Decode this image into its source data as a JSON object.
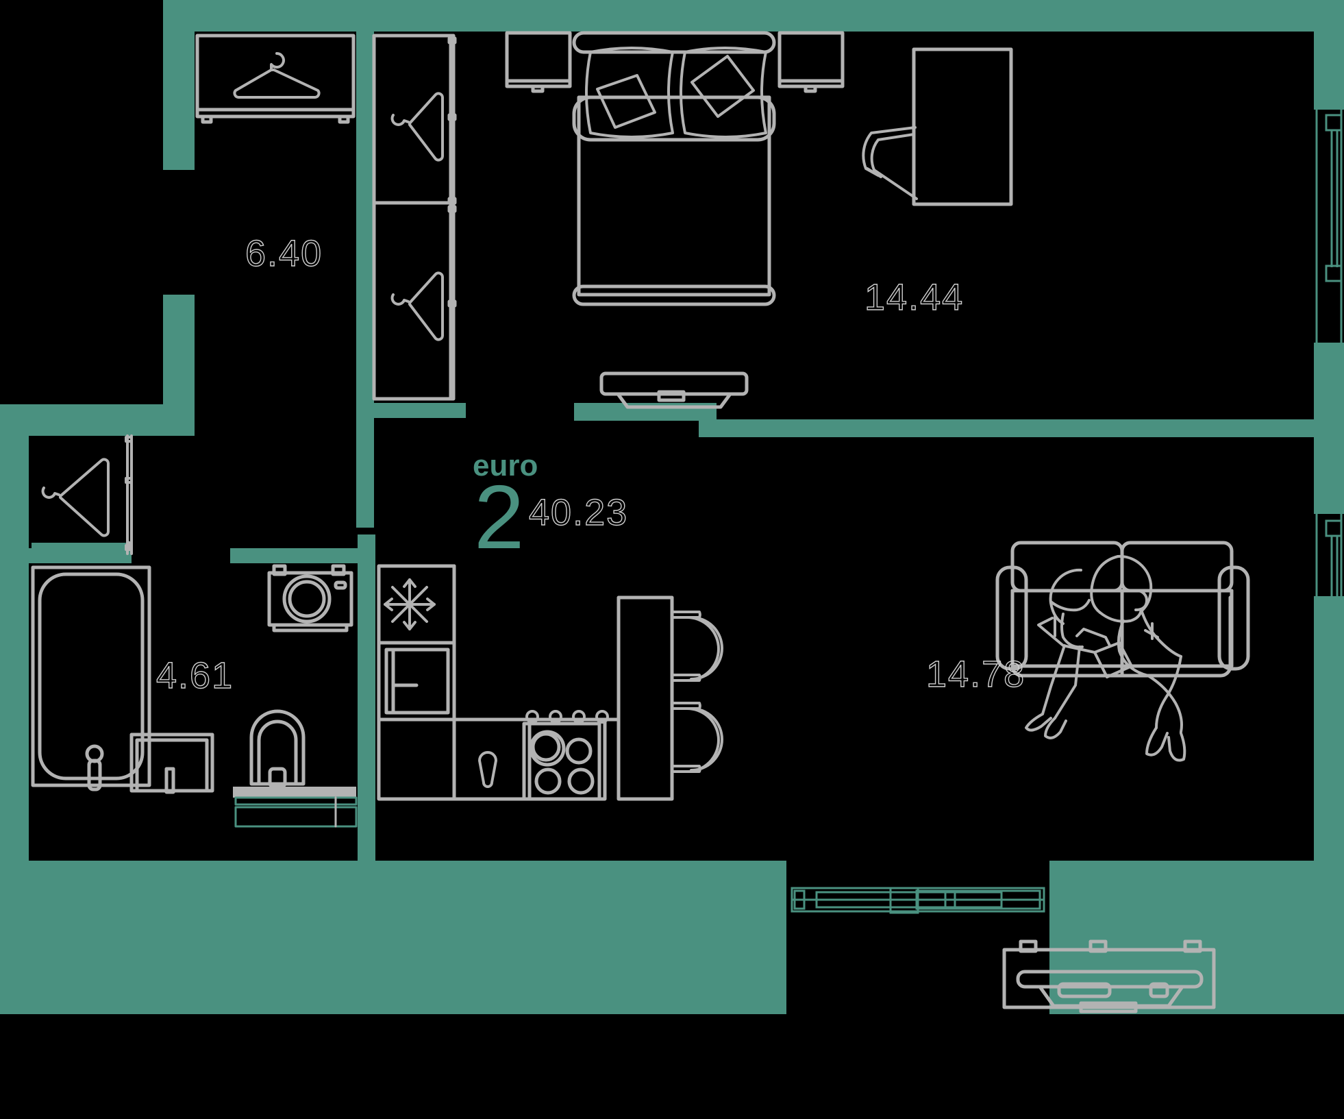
{
  "plan": {
    "badge": {
      "type_label": "euro",
      "rooms_count": "2",
      "total_area": "40.23"
    },
    "colors": {
      "wall": "#4a9180",
      "background": "#000000",
      "furniture": "#b3b3b3",
      "text_outline": "#cfcfcf",
      "accent": "#4a9180"
    },
    "rooms": [
      {
        "id": "hallway",
        "name": "Hallway",
        "area": "6.40"
      },
      {
        "id": "bedroom",
        "name": "Bedroom",
        "area": "14.44"
      },
      {
        "id": "bathroom",
        "name": "Bathroom",
        "area": "4.61"
      },
      {
        "id": "living-room",
        "name": "Living Room",
        "area": "14.78"
      }
    ],
    "fixtures": [
      {
        "id": "shelf-hanger",
        "label": "Hanging shelf with clothes hanger"
      },
      {
        "id": "wardrobe",
        "label": "Two-section wardrobe with hangers"
      },
      {
        "id": "bed",
        "label": "Double bed with pillows"
      },
      {
        "id": "nightstand-left",
        "label": "Nightstand left"
      },
      {
        "id": "nightstand-right",
        "label": "Nightstand right"
      },
      {
        "id": "desk",
        "label": "Desk"
      },
      {
        "id": "desk-chair",
        "label": "Desk chair"
      },
      {
        "id": "bedroom-dresser",
        "label": "Bedroom dresser / TV unit"
      },
      {
        "id": "bathtub",
        "label": "Bathtub"
      },
      {
        "id": "washing-machine",
        "label": "Washing machine"
      },
      {
        "id": "toilet",
        "label": "Toilet"
      },
      {
        "id": "sink-cabinet",
        "label": "Sink cabinet"
      },
      {
        "id": "vanity-counter",
        "label": "Vanity counter"
      },
      {
        "id": "refrigerator",
        "label": "Refrigerator"
      },
      {
        "id": "oven",
        "label": "Oven"
      },
      {
        "id": "kitchen-sink",
        "label": "Kitchen sink"
      },
      {
        "id": "cooktop",
        "label": "Four-burner cooktop"
      },
      {
        "id": "bar-counter",
        "label": "Bar counter"
      },
      {
        "id": "bar-stool-1",
        "label": "Bar stool"
      },
      {
        "id": "bar-stool-2",
        "label": "Bar stool"
      },
      {
        "id": "sofa",
        "label": "Sofa with two seated people"
      },
      {
        "id": "tv-console",
        "label": "TV console"
      },
      {
        "id": "balcony-door",
        "label": "Sliding balcony door"
      },
      {
        "id": "window-bedroom",
        "label": "Bedroom window"
      },
      {
        "id": "window-living",
        "label": "Living room window"
      },
      {
        "id": "entry-hanger",
        "label": "Entry clothes hanger"
      }
    ]
  }
}
